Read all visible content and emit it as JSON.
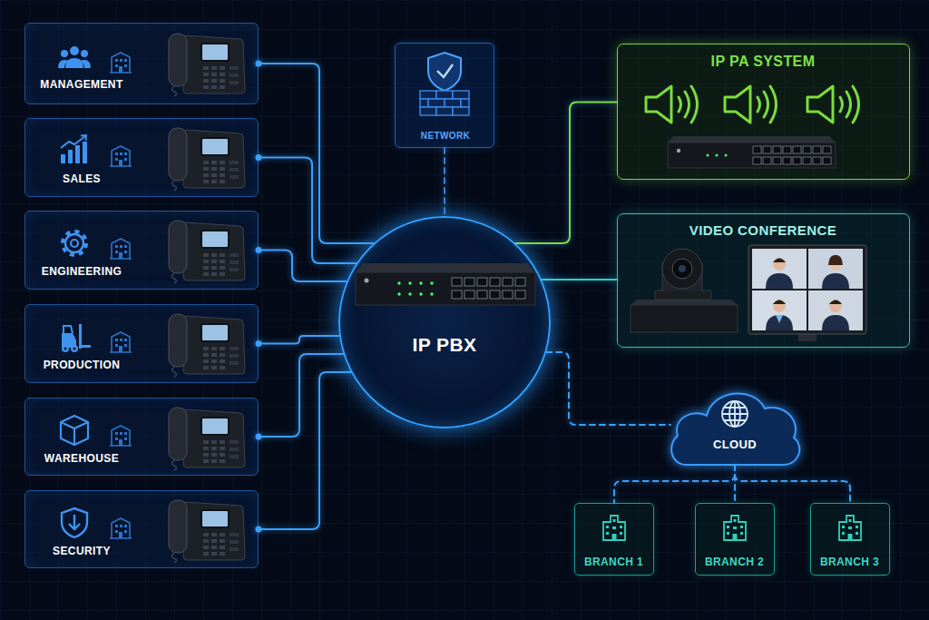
{
  "diagram": {
    "nodes": [
      {
        "text": [
          "MANAGEMENT"
        ]
      },
      {
        "text": [
          "SALES"
        ]
      },
      {
        "text": [
          "ENGINEERING"
        ]
      },
      {
        "text": [
          "PRODUCTION"
        ]
      },
      {
        "text": [
          "WAREHOUSE"
        ]
      },
      {
        "text": [
          "SECURITY"
        ]
      },
      {
        "text": [
          "NETWORK"
        ]
      },
      {
        "text": [
          "IP PBX"
        ]
      },
      {
        "text": [
          "IP PA SYSTEM"
        ]
      },
      {
        "text": [
          "VIDEO CONFERENCE"
        ]
      },
      {
        "text": [
          "CLOUD"
        ]
      },
      {
        "text": [
          "BRANCH 1"
        ]
      },
      {
        "text": [
          "BRANCH 2"
        ]
      },
      {
        "text": [
          "BRANCH 3"
        ]
      }
    ],
    "edges": [
      {
        "from": 0,
        "to": 7,
        "arrow": "none"
      },
      {
        "from": 1,
        "to": 7,
        "arrow": "none"
      },
      {
        "from": 2,
        "to": 7,
        "arrow": "none"
      },
      {
        "from": 3,
        "to": 7,
        "arrow": "none"
      },
      {
        "from": 4,
        "to": 7,
        "arrow": "none"
      },
      {
        "from": 5,
        "to": 7,
        "arrow": "none"
      },
      {
        "from": 6,
        "to": 7,
        "arrow": "none"
      },
      {
        "from": 7,
        "to": 8,
        "arrow": "none"
      },
      {
        "from": 7,
        "to": 9,
        "arrow": "none"
      },
      {
        "from": 7,
        "to": 10,
        "arrow": "none"
      },
      {
        "from": 10,
        "to": 11,
        "arrow": "none"
      },
      {
        "from": 10,
        "to": 12,
        "arrow": "none"
      },
      {
        "from": 10,
        "to": 13,
        "arrow": "none"
      }
    ]
  }
}
